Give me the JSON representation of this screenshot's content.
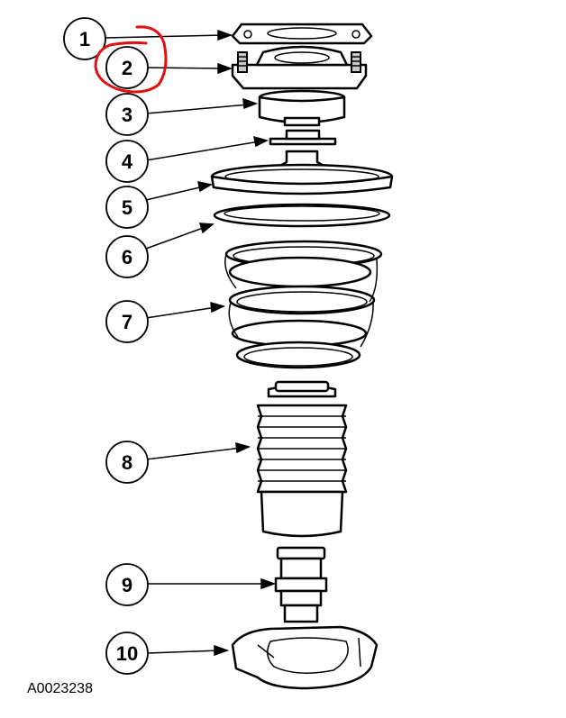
{
  "diagram": {
    "drawing_code": "A0023238",
    "callouts": [
      "1",
      "2",
      "3",
      "4",
      "5",
      "6",
      "7",
      "8",
      "9",
      "10"
    ],
    "annotation_color": "#e01010"
  }
}
